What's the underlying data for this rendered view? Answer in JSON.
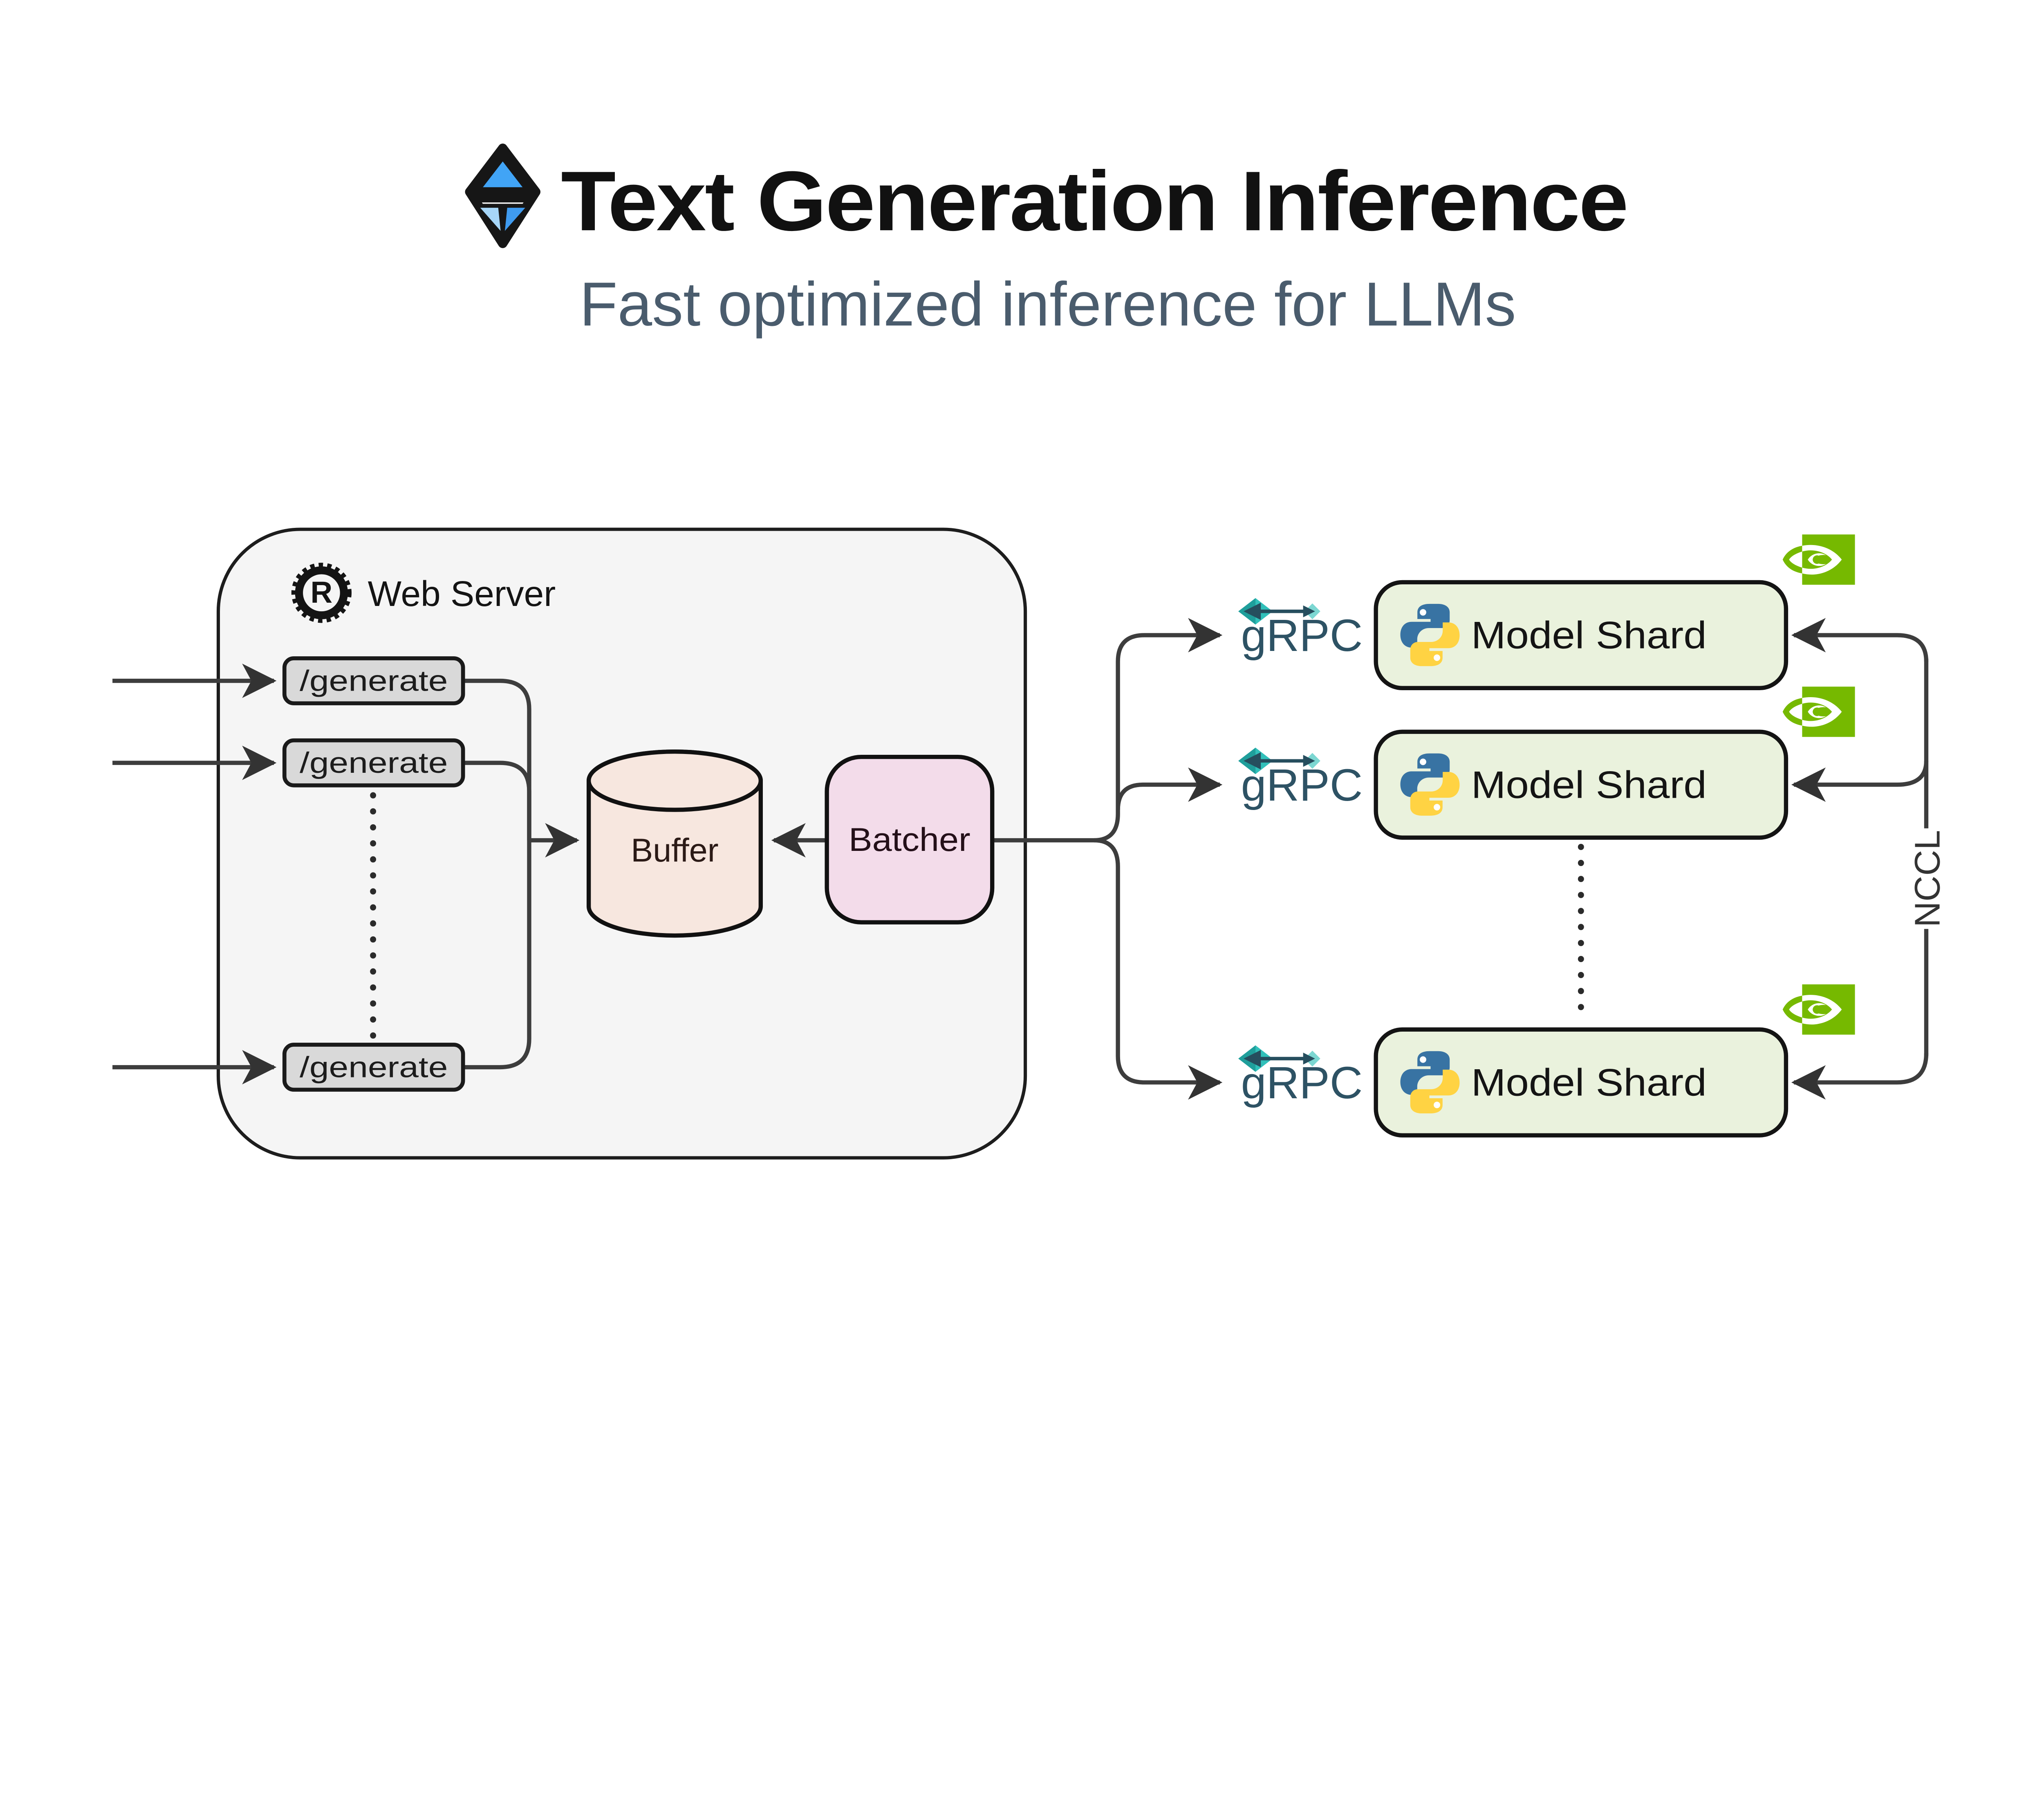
{
  "header": {
    "logo_icon": "tgi-diamond-logo",
    "title": "Text Generation Inference",
    "subtitle": "Fast optimized inference for LLMs"
  },
  "web_server": {
    "title": "Web Server",
    "language_icon": "rust-logo",
    "endpoints": [
      {
        "label": "/generate"
      },
      {
        "label": "/generate"
      },
      {
        "label": "/generate"
      }
    ],
    "buffer": {
      "label": "Buffer"
    },
    "batcher": {
      "label": "Batcher"
    }
  },
  "rpc": {
    "label": "gRPC",
    "icon": "grpc-logo"
  },
  "shards": [
    {
      "label": "Model Shard",
      "runtime_icon": "python-logo",
      "gpu_icon": "nvidia-logo"
    },
    {
      "label": "Model Shard",
      "runtime_icon": "python-logo",
      "gpu_icon": "nvidia-logo"
    },
    {
      "label": "Model Shard",
      "runtime_icon": "python-logo",
      "gpu_icon": "nvidia-logo"
    }
  ],
  "interconnect": {
    "label": "NCCL"
  },
  "colors": {
    "web_server_fill": "#f5f5f5",
    "endpoint_fill": "#d9d9d9",
    "buffer_fill": "#f7e7df",
    "batcher_fill": "#f3dcea",
    "shard_fill": "#eaf2dd",
    "line": "#3d3d3d",
    "border": "#1a1a1a",
    "grpc_text": "#2d5264",
    "grpc_teal": "#31c0ba",
    "grpc_teal_light": "#7cd7d2",
    "grpc_arrow_dark": "#264e5e",
    "nvidia_green": "#76b900",
    "python_blue": "#3873a3",
    "python_yellow": "#ffd343",
    "tgi_blue": "#41a4f6",
    "tgi_light_blue": "#a7d6f8",
    "title_text": "#111111",
    "subtitle_text": "#4a5c6d"
  }
}
